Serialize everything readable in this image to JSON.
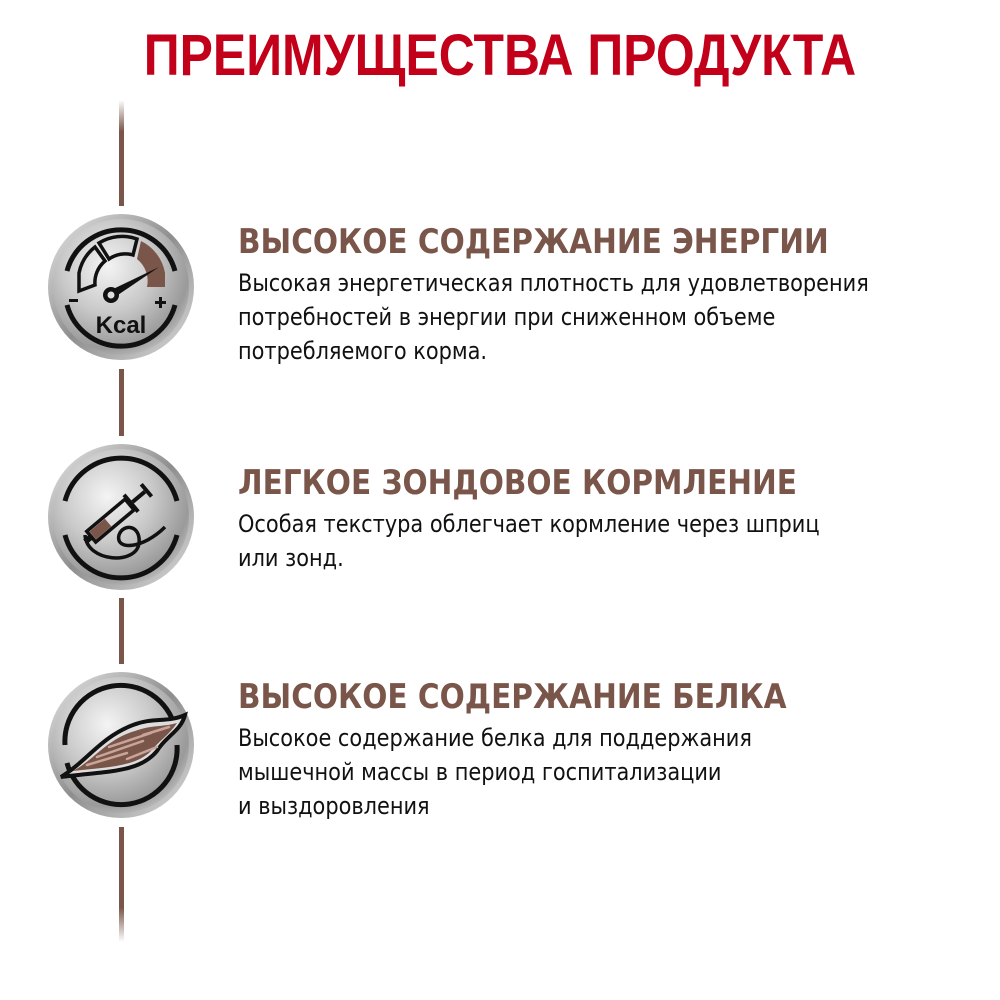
{
  "header": {
    "title": "ПРЕИМУЩЕСТВА ПРОДУКТА"
  },
  "colors": {
    "title": "#c3001a",
    "accent_brown": "#7a5549",
    "body_text": "#111111"
  },
  "features": [
    {
      "icon": "kcal-gauge-icon",
      "icon_text": {
        "label": "Kcal",
        "minus": "−",
        "plus": "+"
      },
      "heading": "ВЫСОКОЕ СОДЕРЖАНИЕ ЭНЕРГИИ",
      "lines": [
        "Высокая энергетическая плотность для удовлетворения",
        "потребностей в энергии при сниженном объеме",
        "потребляемого корма."
      ]
    },
    {
      "icon": "syringe-tube-icon",
      "heading": "ЛЕГКОЕ ЗОНДОВОЕ КОРМЛЕНИЕ",
      "lines": [
        "Особая текстура облегчает кормление через шприц",
        "или зонд."
      ]
    },
    {
      "icon": "muscle-icon",
      "heading": "ВЫСОКОЕ СОДЕРЖАНИЕ БЕЛКА",
      "lines": [
        "Высокое содержание белка для поддержания",
        "мышечной массы в период госпитализации",
        "и выздоровления"
      ]
    }
  ]
}
